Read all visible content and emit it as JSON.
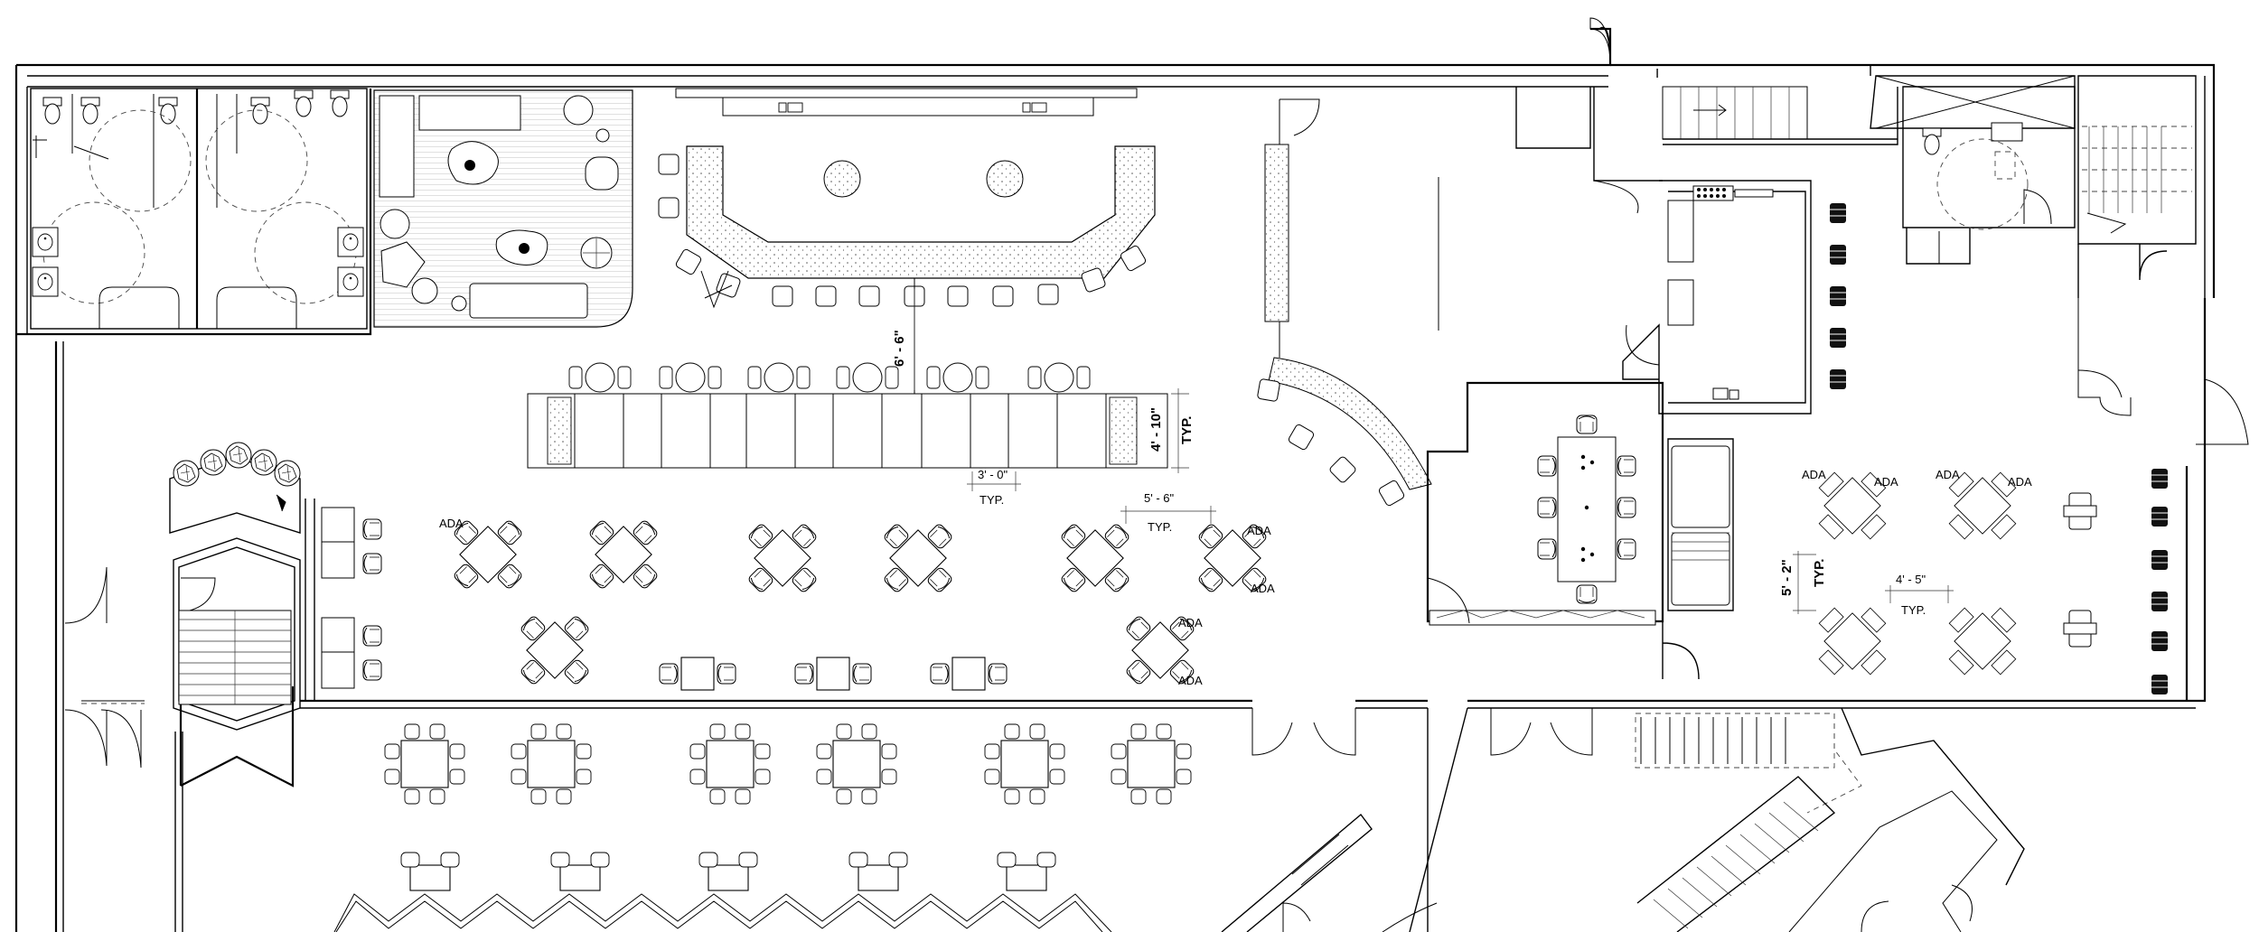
{
  "labels": {
    "ada": "ADA",
    "typ": "TYP.",
    "dim_6_6": "6' - 6\"",
    "dim_4_10": "4' - 10\"",
    "dim_3_0": "3' - 0\"",
    "dim_5_6": "5' - 6\"",
    "dim_5_2": "5' - 2\"",
    "dim_4_5": "4' - 5\"",
    "elev_mark": "I"
  }
}
